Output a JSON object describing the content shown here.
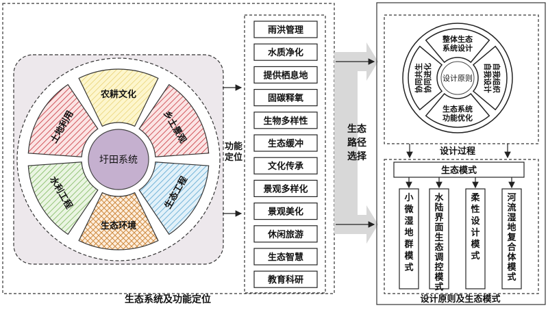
{
  "left_panel": {
    "caption": "生态系统及功能定位",
    "center": "圩田系统",
    "sectors": [
      {
        "label": "农耕文化",
        "fill": "#fdf4c3",
        "stroke": "#c9a52a"
      },
      {
        "label": "乡土景观",
        "fill": "#f6c9c9",
        "stroke": "#b8202a"
      },
      {
        "label": "生态工程",
        "fill": "#cfe7f4",
        "stroke": "#3e8fbe"
      },
      {
        "label": "生态环境",
        "fill": "#fbe1c6",
        "stroke": "#c87a2e"
      },
      {
        "label": "水利工程",
        "fill": "#dcefd2",
        "stroke": "#5c9e3e"
      },
      {
        "label": "土地利用",
        "fill": "#f6c9c9",
        "stroke": "#b8202a"
      }
    ]
  },
  "function_label": "功能定位",
  "functions": [
    "雨洪管理",
    "水质净化",
    "提供栖息地",
    "固碳释氧",
    "生物多样性",
    "生态缓冲",
    "文化传承",
    "景观多样化",
    "景观美化",
    "休闲旅游",
    "生态智慧",
    "教育科研"
  ],
  "path_label": "生态路径选择",
  "right_panel": {
    "caption": "设计原则及生态模式",
    "process_caption": "设计过程",
    "principle_center": "设计原则",
    "principles": [
      "整体生态系统设计",
      "自我组织自我设计",
      "生态系统功能优化",
      "协同共生协同进化"
    ],
    "mode_header": "生态模式",
    "modes": [
      "小微湿地群模式",
      "水陆界面生态调控模式",
      "柔性设计模式",
      "河流湿地复合体模式"
    ]
  }
}
